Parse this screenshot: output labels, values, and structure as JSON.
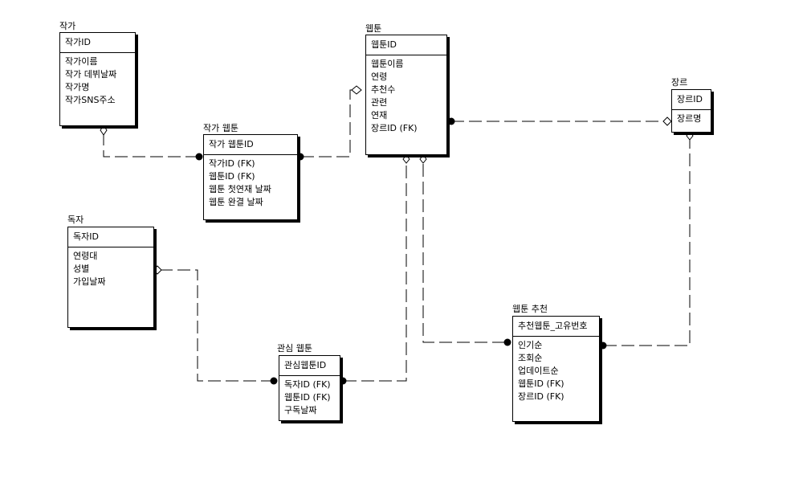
{
  "entities": {
    "author": {
      "title": "작가",
      "pk": "작가ID",
      "attrs": [
        "작가이름",
        "작가 데뷔날짜",
        "작가명",
        "작가SNS주소"
      ]
    },
    "author_webtoon": {
      "title": "작가 웹툰",
      "pk": "작가 웹툰ID",
      "attrs": [
        "작가ID (FK)",
        "웹툰ID (FK)",
        "웹툰 첫연재 날짜",
        "웹툰 완결 날짜"
      ]
    },
    "webtoon": {
      "title": "웹툰",
      "pk": "웹툰ID",
      "attrs": [
        "웹툰이름",
        "연령",
        "추천수",
        "관련",
        "연재",
        "장르ID (FK)"
      ]
    },
    "genre": {
      "title": "장르",
      "pk": "장르ID",
      "attrs": [
        "장르명"
      ]
    },
    "reader": {
      "title": "독자",
      "pk": "독자ID",
      "attrs": [
        "연령대",
        "성별",
        "가입날짜"
      ]
    },
    "interest_webtoon": {
      "title": "관심 웹툰",
      "pk": "관심웹툰ID",
      "attrs": [
        "독자ID (FK)",
        "웹툰ID (FK)",
        "구독날짜"
      ]
    },
    "recommend_webtoon": {
      "title": "웹툰 추천",
      "pk": "추천웹툰_고유번호",
      "attrs": [
        "인기순",
        "조회순",
        "업데이트순",
        "웹툰ID (FK)",
        "장르ID (FK)"
      ]
    }
  },
  "relationships": [
    {
      "from": "author",
      "to": "author_webtoon"
    },
    {
      "from": "webtoon",
      "to": "author_webtoon"
    },
    {
      "from": "genre",
      "to": "webtoon"
    },
    {
      "from": "reader",
      "to": "interest_webtoon"
    },
    {
      "from": "webtoon",
      "to": "interest_webtoon"
    },
    {
      "from": "webtoon",
      "to": "recommend_webtoon"
    },
    {
      "from": "genre",
      "to": "recommend_webtoon"
    }
  ],
  "colors": {
    "line": "#000000",
    "background": "#ffffff"
  }
}
